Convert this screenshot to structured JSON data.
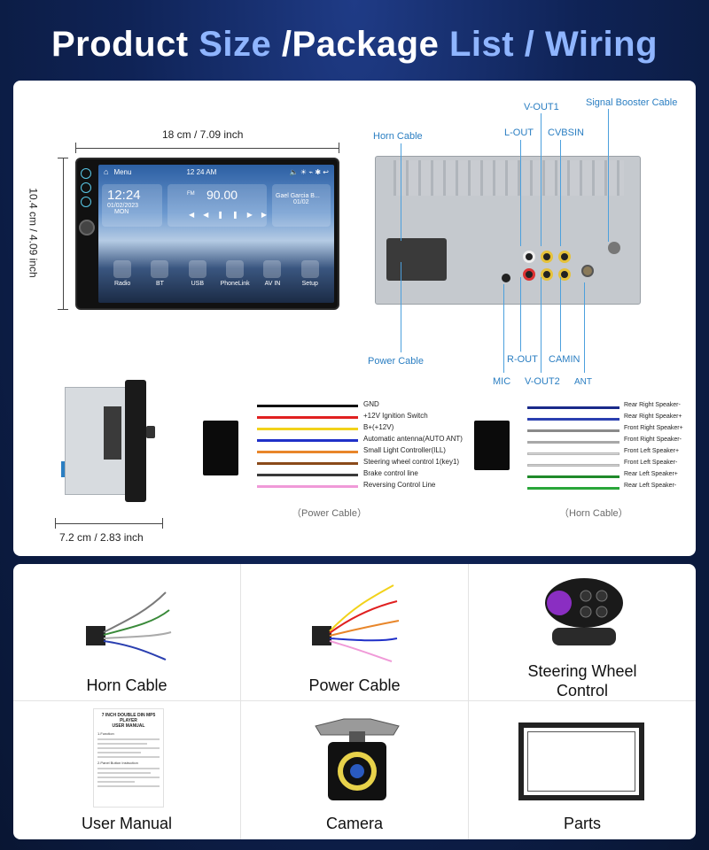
{
  "title": {
    "part1": "Product ",
    "accent1": "Size",
    "part2": " /Package ",
    "accent2": "List",
    "part3": " / ",
    "accent3": "Wiring"
  },
  "colors": {
    "accent": "#8fb5ff",
    "callout": "#2a7ec2",
    "background": "#0f2356"
  },
  "dimensions": {
    "width": "18 cm / 7.09 inch",
    "height": "10.4 cm / 4.09 inch",
    "depth": "7.2 cm / 2.83 inch"
  },
  "screen": {
    "menu": "Menu",
    "clock_bar": "12  24   AM",
    "clock": "12:24",
    "date": "01/02/2023",
    "day": "MON",
    "fm_label": "FM",
    "frequency": "90.00",
    "track": "Gael Garcia B...",
    "track_sub": "01/02",
    "icons": [
      "Radio",
      "BT",
      "USB",
      "PhoneLink",
      "AV IN",
      "Setup"
    ]
  },
  "callouts": {
    "horn_cable": "Horn Cable",
    "power_cable": "Power Cable",
    "v_out1": "V-OUT1",
    "l_out": "L-OUT",
    "cvbsin": "CVBSIN",
    "signal_booster": "Signal Booster Cable",
    "r_out": "R-OUT",
    "camin": "CAMIN",
    "mic": "MIC",
    "v_out2": "V-OUT2",
    "ant": "ANT"
  },
  "power_wires": [
    {
      "label": "GND",
      "color": "#111111"
    },
    {
      "label": "+12V Ignition Switch",
      "color": "#e02020"
    },
    {
      "label": "B+(+12V)",
      "color": "#f2d21a"
    },
    {
      "label": "Automatic antenna(AUTO ANT)",
      "color": "#2030c8"
    },
    {
      "label": "Small Light Controller(ILL)",
      "color": "#e8862a"
    },
    {
      "label": "Steering wheel control 1(key1)",
      "color": "#8a4a1a"
    },
    {
      "label": "Brake control line",
      "color": "#3a3a3a"
    },
    {
      "label": "Reversing Control Line",
      "color": "#f09ad8"
    }
  ],
  "horn_wires": [
    {
      "label": "Rear Right Speaker-",
      "color": "#1a2a8a"
    },
    {
      "label": "Rear Right Speaker+",
      "color": "#2a3fb0"
    },
    {
      "label": "Front Right Speaker+",
      "color": "#8a8a8a"
    },
    {
      "label": "Front Right Speaker-",
      "color": "#a8a8a8"
    },
    {
      "label": "Front Left Speaker+",
      "color": "#d9d9d9"
    },
    {
      "label": "Front Left Speaker-",
      "color": "#cfcfcf"
    },
    {
      "label": "Rear Left Speaker+",
      "color": "#1f8a2a"
    },
    {
      "label": "Rear Left Speaker-",
      "color": "#2aa63a"
    }
  ],
  "captions": {
    "power": "（Power Cable）",
    "horn": "（Horn Cable）"
  },
  "package": [
    {
      "label": "Horn Cable",
      "icon": "horn-cable-icon"
    },
    {
      "label": "Power Cable",
      "icon": "power-cable-icon"
    },
    {
      "label": "Steering Wheel\nControl",
      "icon": "steering-remote-icon"
    },
    {
      "label": "User Manual",
      "icon": "manual-icon"
    },
    {
      "label": "Camera",
      "icon": "camera-icon"
    },
    {
      "label": "Parts",
      "icon": "frame-icon"
    }
  ],
  "manual": {
    "title": "7 INCH DOUBLE DIN MP5 PLAYER",
    "subtitle": "USER MANUAL",
    "section1": "1.Function",
    "section2": "2.Panel Button Instruction"
  }
}
